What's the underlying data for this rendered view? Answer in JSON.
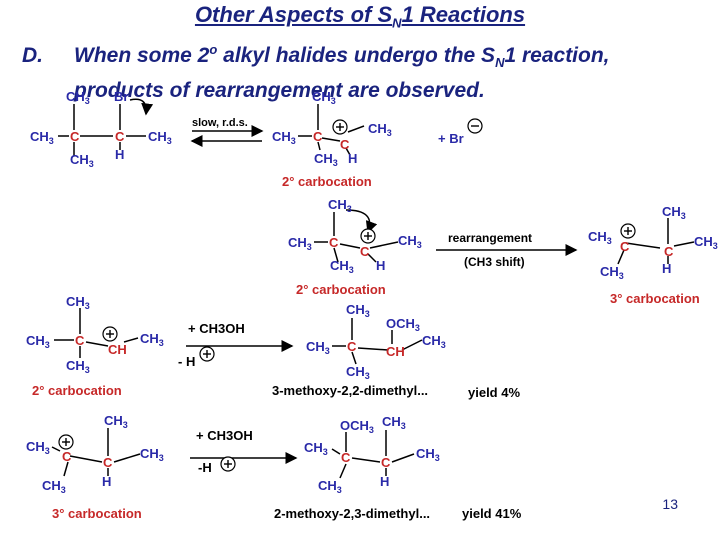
{
  "title": {
    "main": "Other Aspects of S",
    "sub": "N",
    "rest": "1 Reactions"
  },
  "heading": {
    "label": "D.",
    "line1_a": "When some 2",
    "line1_deg": "o",
    "line1_b": " alkyl halides undergo the S",
    "line1_sub": "N",
    "line1_c": "1 reaction,",
    "line2": "products of rearrangement are observed."
  },
  "reaction1": {
    "arrow_label": "slow, r.d.s.",
    "intermediate_label": "2° carbocation",
    "leaving_group": "+ Br"
  },
  "reaction2": {
    "label_top": "rearrangement",
    "label_bottom": "(CH3 shift)",
    "reactant_label": "2° carbocation",
    "product_label": "3° carbocation"
  },
  "reaction3": {
    "reagent": "+ CH3OH",
    "loss": "- H",
    "reactant_label": "2° carbocation",
    "product_name": "3-methoxy-2,2-dimethyl...",
    "yield": "yield 4%"
  },
  "reaction4": {
    "reagent": "+ CH3OH",
    "loss": "-H",
    "reactant_label": "3° carbocation",
    "product_name": "2-methoxy-2,3-dimethyl...",
    "yield": "yield 41%"
  },
  "page_number": "13",
  "colors": {
    "navy": "#1a237e",
    "carbon": "#2a2aa8",
    "label_red": "#c62828",
    "bromine": "#2a2aa8"
  }
}
